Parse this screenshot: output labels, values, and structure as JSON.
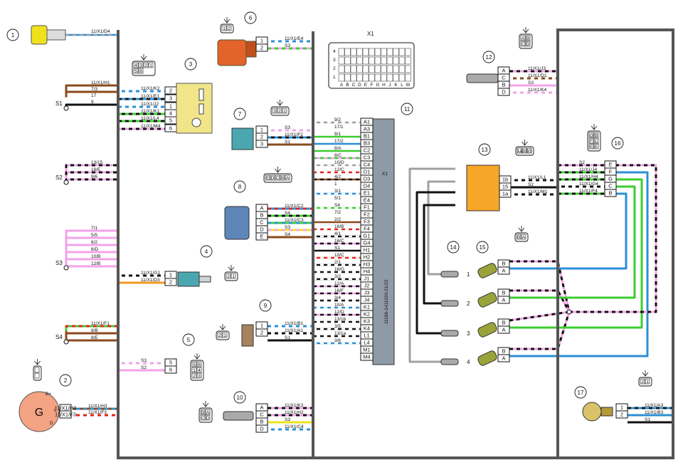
{
  "connector_x1": {
    "label": "X1",
    "part_number": "11186-1411020-21/22",
    "grid_rows": [
      "4",
      "3",
      "2",
      "1"
    ],
    "grid_cols": [
      "A",
      "B",
      "C",
      "D",
      "E",
      "F",
      "G",
      "H",
      "J",
      "K",
      "L",
      "M"
    ],
    "pins": [
      "A1",
      "A3",
      "B1",
      "B3",
      "C2",
      "C3",
      "C4",
      "D1",
      "D3",
      "D4",
      "E1",
      "E4",
      "F1",
      "F2",
      "F3",
      "F4",
      "G1",
      "G4",
      "H1",
      "H2",
      "H3",
      "H4",
      "J1",
      "J2",
      "J3",
      "J4",
      "K1",
      "K2",
      "K3",
      "K4",
      "L1",
      "L4",
      "M1",
      "M4"
    ],
    "wires": [
      "9/2",
      "17/1",
      "9/1",
      "17/2",
      "8/A",
      "8/C",
      "10/D",
      "12/C",
      "4/2",
      "1",
      "3/1",
      "5/1",
      "S4",
      "7/2",
      "2/2",
      "16/B",
      "4/1",
      "16/C",
      "S1",
      "10/C",
      "2/1",
      "16/G",
      "3/2",
      "12/A",
      "16/F",
      "3/4",
      "10/A",
      "12/D",
      "13/1b",
      "3/5",
      "13/1a",
      "3/6"
    ]
  },
  "components": [
    {
      "id": "1",
      "wires": [
        "11/X1/D4"
      ]
    },
    {
      "id": "2",
      "letter": "G",
      "terminals": [
        "B+",
        "L",
        "D"
      ],
      "wires": [
        "11/X1/H3",
        "11/X1/F3"
      ]
    },
    {
      "id": "3",
      "pins": [
        "2",
        "3",
        "1",
        "4",
        "5",
        "6"
      ],
      "wires": [
        "11/X1/K2",
        "11/X1/E1",
        "11/X1/J2",
        "11/X1/K1",
        "11/X1/L4",
        "11/X1/M4"
      ],
      "plug_pins": [
        "4",
        "3",
        "2",
        "1",
        "5",
        "6"
      ]
    },
    {
      "id": "4",
      "pins": [
        "1",
        "2"
      ],
      "wires": [
        "11/X1/G1",
        "11/X1/D3"
      ],
      "plug_pins": [
        "2",
        "1"
      ]
    },
    {
      "id": "5",
      "pins": [
        "5",
        "6"
      ],
      "wires": [
        "S3",
        "S2"
      ],
      "plug_pins": [
        "5",
        "6",
        "1",
        "4",
        "2",
        "3"
      ]
    },
    {
      "id": "6",
      "pins": [
        "1",
        "2"
      ],
      "wires": [
        "11/X1/E4",
        "S3"
      ],
      "plug_pins": [
        "1",
        "2"
      ]
    },
    {
      "id": "7",
      "pins": [
        "1",
        "2",
        "3"
      ],
      "wires": [
        "S3",
        "11/X1/F2",
        "S1"
      ],
      "plug_pins": [
        "3",
        "2",
        "1"
      ]
    },
    {
      "id": "8",
      "pins": [
        "A",
        "B",
        "C",
        "D",
        "E"
      ],
      "wires": [
        "11/X1/C2",
        "S4",
        "11/X1/C3",
        "S3",
        "S4"
      ],
      "plug_pins": [
        "E",
        "D",
        "C",
        "B",
        "A"
      ]
    },
    {
      "id": "9",
      "pins": [
        "1",
        "2"
      ],
      "wires": [
        "11/X1/B1",
        "11/X1/A1",
        "S1"
      ],
      "plug_pins": [
        "2",
        "1"
      ]
    },
    {
      "id": "10",
      "pins": [
        "A",
        "C",
        "B",
        "D"
      ],
      "wires": [
        "11/X1/K3",
        "11/X1/H2",
        "S3",
        "11/X1/C4"
      ],
      "plug_pins": [
        "B",
        "A",
        "C",
        "D"
      ]
    },
    {
      "id": "11",
      "label": "X1"
    },
    {
      "id": "12",
      "pins": [
        "A",
        "C",
        "B",
        "D"
      ],
      "wires": [
        "11/X1/J3",
        "11/X1/D1",
        "S3",
        "11/X1/K4"
      ],
      "plug_pins": [
        "A",
        "B",
        "C",
        "D"
      ]
    },
    {
      "id": "13",
      "pins": [
        "1b",
        "15",
        "1a"
      ],
      "wires": [
        "11/X1/L1",
        "S2",
        "11/X1/M1"
      ],
      "plug_pins": [
        "1a",
        "1b",
        "15"
      ]
    },
    {
      "id": "14",
      "outputs": [
        "1",
        "2",
        "3",
        "4"
      ]
    },
    {
      "id": "15",
      "pins": [
        "B",
        "A"
      ],
      "plug_pins": [
        "B",
        "A"
      ]
    },
    {
      "id": "16",
      "pins": [
        "E",
        "F",
        "G",
        "C",
        "B"
      ],
      "wires": [
        "S2",
        "11/X1/J4",
        "11/X1/H4",
        "11/X1/G4",
        "11/X1/F4"
      ],
      "plug_pins": [
        "G",
        "B",
        "F",
        "C",
        "E"
      ]
    },
    {
      "id": "17",
      "pins": [
        "1",
        "2"
      ],
      "wires": [
        "11/X1/A3",
        "11/X1/B3",
        "S1"
      ],
      "plug_pins": [
        "2",
        "1"
      ]
    }
  ],
  "splices": [
    {
      "id": "S1",
      "wires": [
        "11/X1/H1",
        "7/3",
        "17",
        "9"
      ]
    },
    {
      "id": "S2",
      "wires": [
        "13/15",
        "16/E",
        "9/6"
      ]
    },
    {
      "id": "S3",
      "wires": [
        "7/1",
        "5/5",
        "6/2",
        "8/D",
        "10/B",
        "12/B"
      ]
    },
    {
      "id": "S4",
      "wires": [
        "11/X1/F1",
        "8/B",
        "8/E"
      ]
    }
  ],
  "colors": {
    "frame": "#555555",
    "blue": "#2b8fd6",
    "green": "#3ccc2f",
    "pink": "#f2a3e8",
    "brown": "#8a4a1c",
    "black": "#111111",
    "gray": "#a0a0a0",
    "orange": "#f39a1e",
    "red": "#e2231a",
    "yellow": "#f0e11d",
    "white": "#ffffff",
    "x1": "#8e9aa6",
    "relay": "#f7a627",
    "coil": "#f1e58a",
    "gen": "#f4a383",
    "ignition": "#e2642a"
  }
}
